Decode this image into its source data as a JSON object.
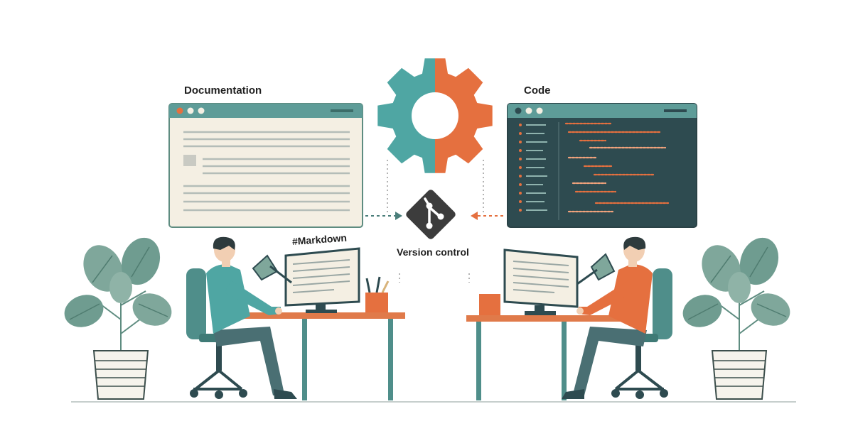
{
  "labels": {
    "documentation": "Documentation",
    "code": "Code",
    "markdown": "#Markdown",
    "version_control": "Version control"
  },
  "colors": {
    "teal": "#4fa6a3",
    "orange": "#e5703f",
    "dark_slate": "#2e4b50",
    "git_gray": "#3c3c3c",
    "paper": "#f4efe3",
    "plant_leaf": "#7fa79b",
    "plant_leaf_dark": "#5e8c80",
    "desk_orange": "#e07a4a",
    "person_left_shirt": "#4fa6a3",
    "person_right_shirt": "#e5703f"
  },
  "icons": [
    "gear-icon",
    "git-icon",
    "documentation-window",
    "code-window",
    "plant",
    "desk-lamp",
    "monitor",
    "pencil-cup",
    "office-chair"
  ]
}
